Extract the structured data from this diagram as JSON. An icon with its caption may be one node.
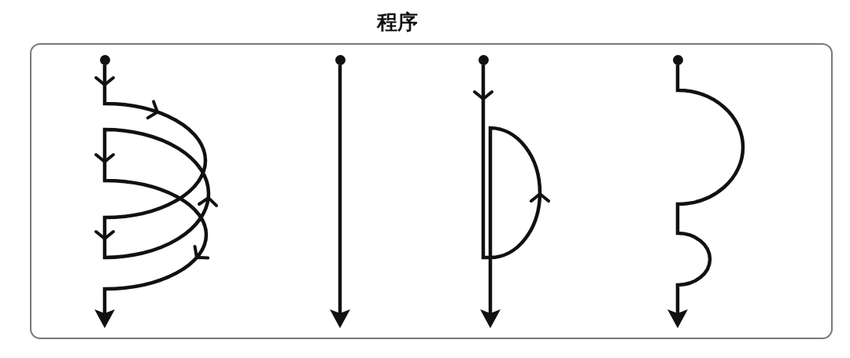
{
  "diagram": {
    "title": "程序",
    "nodes": [
      {
        "text": [],
        "shape": "circle"
      },
      {
        "text": [],
        "shape": "circle"
      },
      {
        "text": [],
        "shape": "circle"
      },
      {
        "text": [],
        "shape": "circle"
      }
    ],
    "edges": [
      {
        "from": 0,
        "to": null,
        "arrow": "to"
      },
      {
        "from": 1,
        "to": null,
        "arrow": "to"
      },
      {
        "from": 2,
        "to": null,
        "arrow": "to"
      },
      {
        "from": 3,
        "to": null,
        "arrow": "to"
      }
    ]
  }
}
